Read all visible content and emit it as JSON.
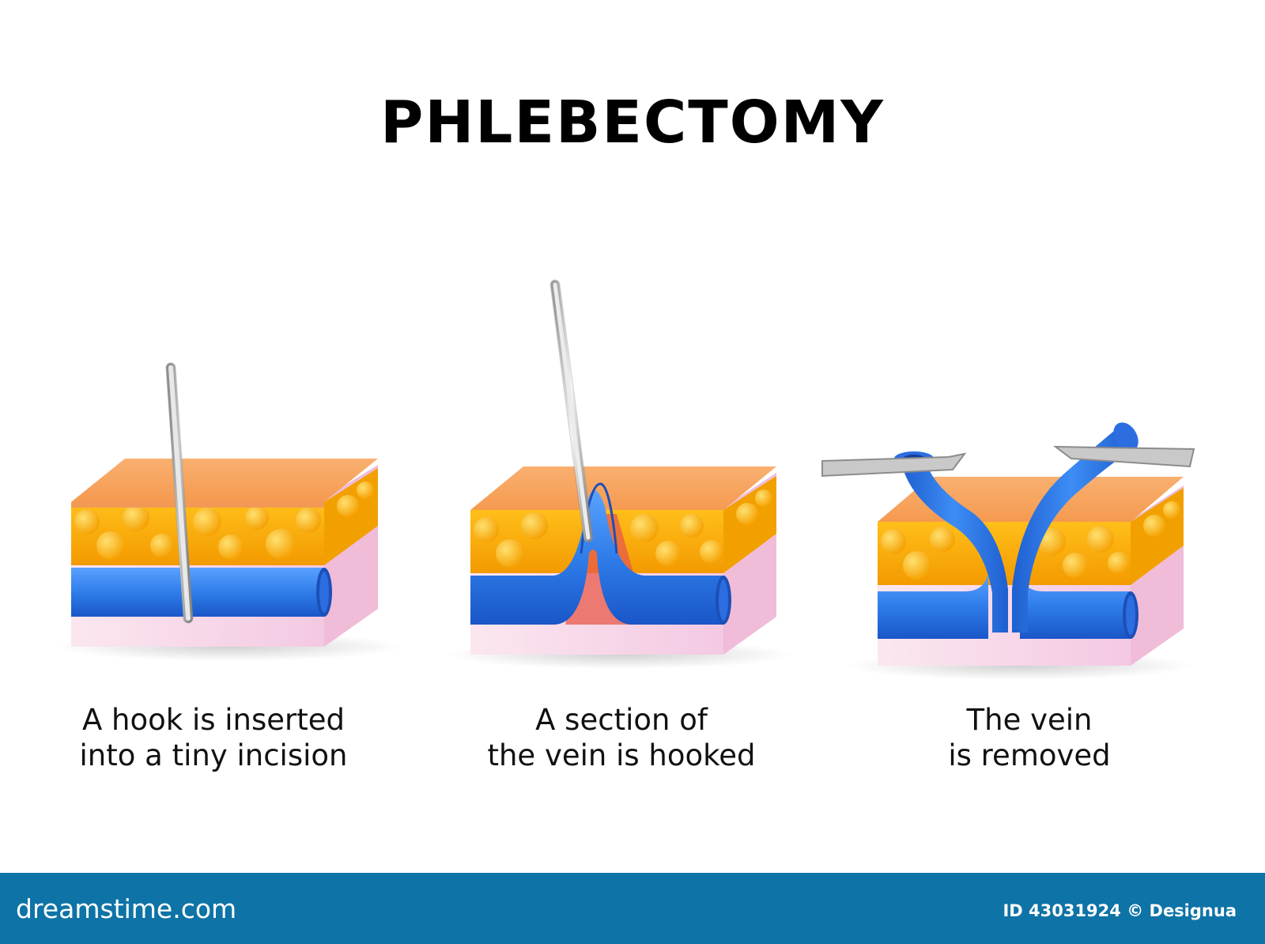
{
  "title": "PHLEBECTOMY",
  "steps": [
    {
      "line1": "A hook is inserted",
      "line2": "into a tiny incision"
    },
    {
      "line1": "A section of",
      "line2": "the vein is hooked"
    },
    {
      "line1": "The vein",
      "line2": "is removed"
    }
  ],
  "footer": {
    "brand": "dreamstime.com",
    "credit": "ID 43031924 © Designua"
  },
  "colors": {
    "skin_top": "#f7a35c",
    "fat": "#f7a300",
    "dermis": "#f6d6e8",
    "vein": "#2f7dea",
    "vein_dark": "#1f55c9",
    "instrument": "#c9c9c9",
    "footer_bg": "#0e73a6"
  }
}
